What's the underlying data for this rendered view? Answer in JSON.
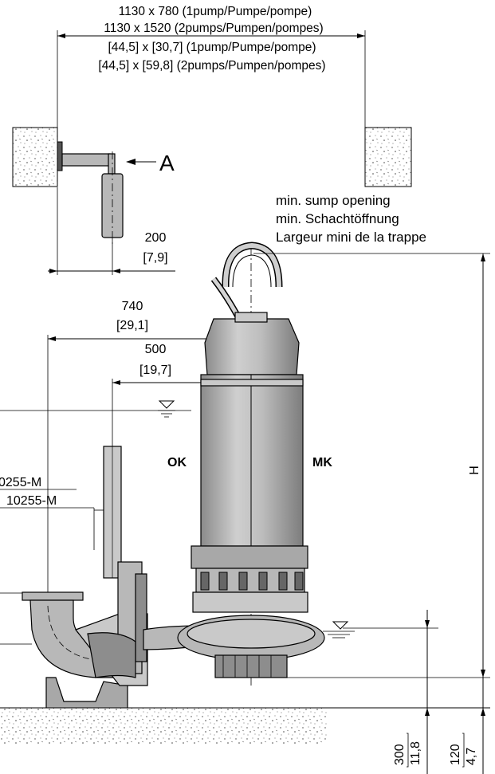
{
  "opening_dims": {
    "line1": "1130 x 780 (1pump/Pumpe/pompe)",
    "line2": "1130 x 1520 (2pumps/Pumpen/pompes)",
    "line3": "[44,5] x [30,7] (1pump/Pumpe/pompe)",
    "line4": "[44,5] x [59,8] (2pumps/Pumpen/pompes)"
  },
  "view_label": "A",
  "sump_note": {
    "en": "min. sump opening",
    "de": "min. Schachtöffnung",
    "fr": "Largeur mini de la trappe"
  },
  "dim_200": {
    "mm": "200",
    "inch": "[7,9]"
  },
  "dim_740": {
    "mm": "740",
    "inch": "[29,1]"
  },
  "dim_500": {
    "mm": "500",
    "inch": "[19,7]"
  },
  "pump_labels": {
    "left": "OK",
    "right": "MK"
  },
  "height_label": "H",
  "flange_labels": {
    "a": "0255-M",
    "b": "10255-M"
  },
  "bottom_dims": {
    "d300": {
      "mm": "300",
      "inch": "11,8"
    },
    "d120": {
      "mm": "120",
      "inch": "4,7"
    }
  }
}
